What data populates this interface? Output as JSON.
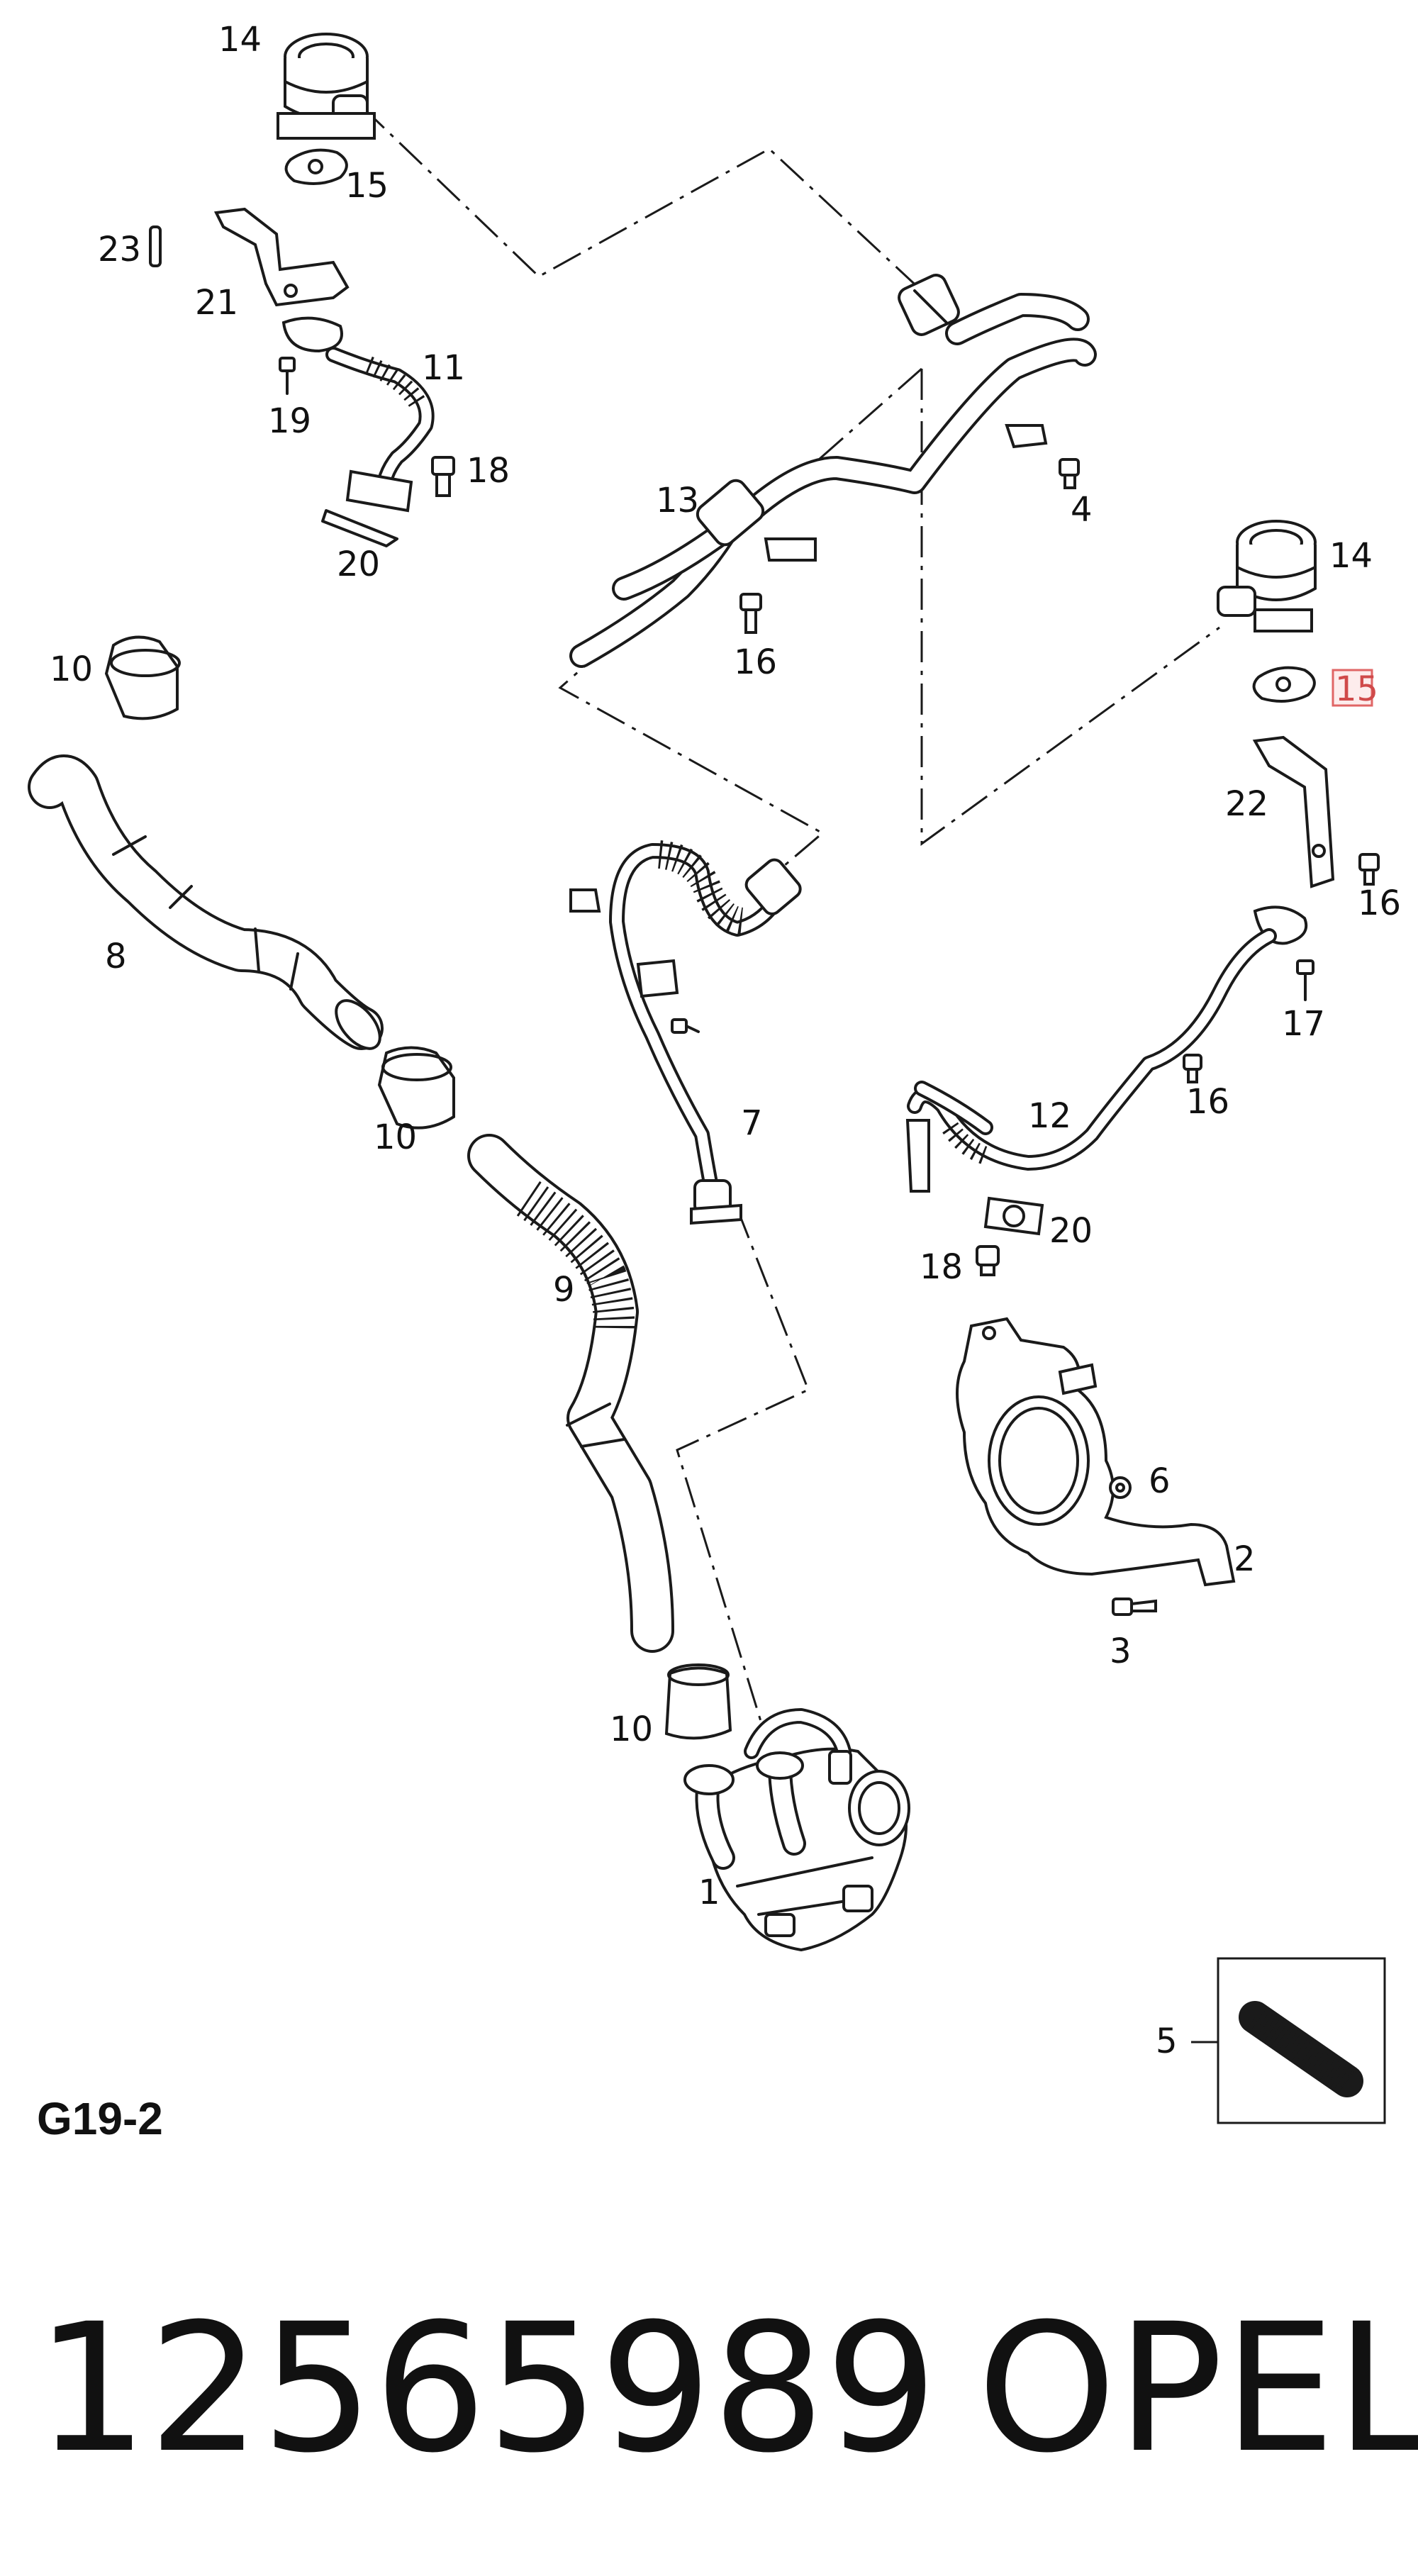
{
  "callouts": {
    "c14a": "14",
    "c15a": "15",
    "c23": "23",
    "c21": "21",
    "c11": "11",
    "c19": "19",
    "c18a": "18",
    "c20a": "20",
    "c13": "13",
    "c4": "4",
    "c16a": "16",
    "c14b": "14",
    "c15b": "15",
    "c22": "22",
    "c16b": "16",
    "c10a": "10",
    "c8": "8",
    "c10b": "10",
    "c7": "7",
    "c17": "17",
    "c16c": "16",
    "c12": "12",
    "c20b": "20",
    "c18b": "18",
    "c9": "9",
    "c6": "6",
    "c2": "2",
    "c3": "3",
    "c10c": "10",
    "c1": "1",
    "c5": "5"
  },
  "page_code": "G19-2",
  "part_number": "12565989",
  "brand": "OPEL",
  "highlight_color": "#e06666"
}
